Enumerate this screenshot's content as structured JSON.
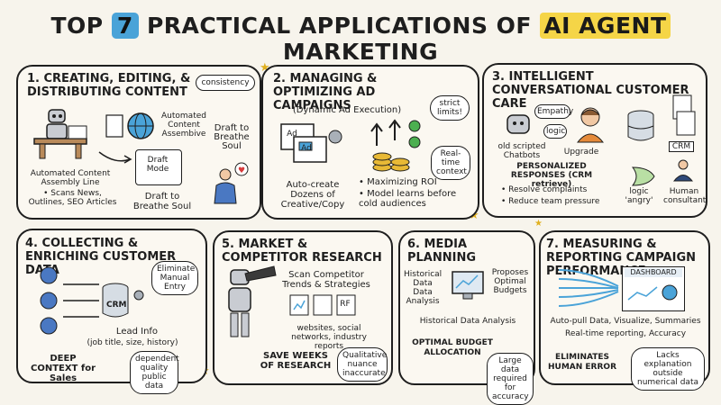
{
  "title": {
    "pre": "TOP",
    "num": "7",
    "mid": "PRACTICAL APPLICATIONS OF",
    "hl": "AI AGENT",
    "post": "MARKETING"
  },
  "panels": [
    {
      "heading": "1. CREATING, EDITING, & DISTRIBUTING CONTENT",
      "bubble": "consistency",
      "automated": "Automated Content Assembive",
      "draft_mode": "Draft Mode",
      "draft_top": "Draft to Breathe Soul",
      "assembly": "Automated Content Assembly Line",
      "scans": "• Scans News, Outlines, SEO Articles",
      "draft_bottom": "Draft to Breathe Soul"
    },
    {
      "heading": "2. MANAGING & OPTIMIZING AD CAMPAIGNS",
      "sub": "(Dynamic Ad Execution)",
      "strict": "strict limits!",
      "realtime": "Real-time context",
      "ad1": "Ad",
      "ad2": "Ad",
      "auto_create": "Auto-create Dozens of Creative/Copy",
      "roi": "• Maximizing ROI",
      "model": "• Model learns before cold audiences"
    },
    {
      "heading": "3. INTELLIGENT CONVERSATIONAL CUSTOMER CARE",
      "empathy": "Empathy",
      "logic": "logic",
      "old_bots": "old scripted Chatbots",
      "upgrade": "Upgrade",
      "crm": "CRM",
      "personalized": "PERSONALIZED RESPONSES (CRM retrieve)",
      "resolve": "• Resolve complaints",
      "reduce": "• Reduce team pressure",
      "logic_angry": "logic 'angry'",
      "human": "Human consultant"
    },
    {
      "heading": "4. COLLECTING & ENRICHING CUSTOMER DATA",
      "eliminate": "Eliminate Manual Entry",
      "crm": "CRM",
      "lead": "Lead Info",
      "lead_detail": "(job title, size, history)",
      "deep": "DEEP CONTEXT for Sales",
      "dependent": "dependent quality public data"
    },
    {
      "heading": "5. MARKET & COMPETITOR RESEARCH",
      "scan": "Scan Competitor Trends & Strategies",
      "rf": "RF",
      "sources": "websites, social networks, industry reports",
      "save": "SAVE WEEKS OF RESEARCH",
      "qualitative": "Qualitative nuance inaccurate"
    },
    {
      "heading": "6. MEDIA PLANNING",
      "historical_small": "Historical Data Data Analysis",
      "proposes": "Proposes Optimal Budgets",
      "historical": "Historical Data Analysis",
      "optimal": "OPTIMAL BUDGET ALLOCATION",
      "large": "Large data required for accuracy"
    },
    {
      "heading": "7. MEASURING & REPORTING CAMPAIGN PERFORMANCE",
      "dashboard": "DASHBOARD",
      "autopull": "Auto-pull Data, Visualize, Summaries",
      "realtime": "Real-time reporting, Accuracy",
      "eliminates": "ELIMINATES HUMAN ERROR",
      "lacks": "Lacks explanation outside numerical data"
    }
  ],
  "colors": {
    "accent_blue": "#4aa3d8",
    "accent_yellow": "#f5d547",
    "outline": "#1e1e1e"
  }
}
